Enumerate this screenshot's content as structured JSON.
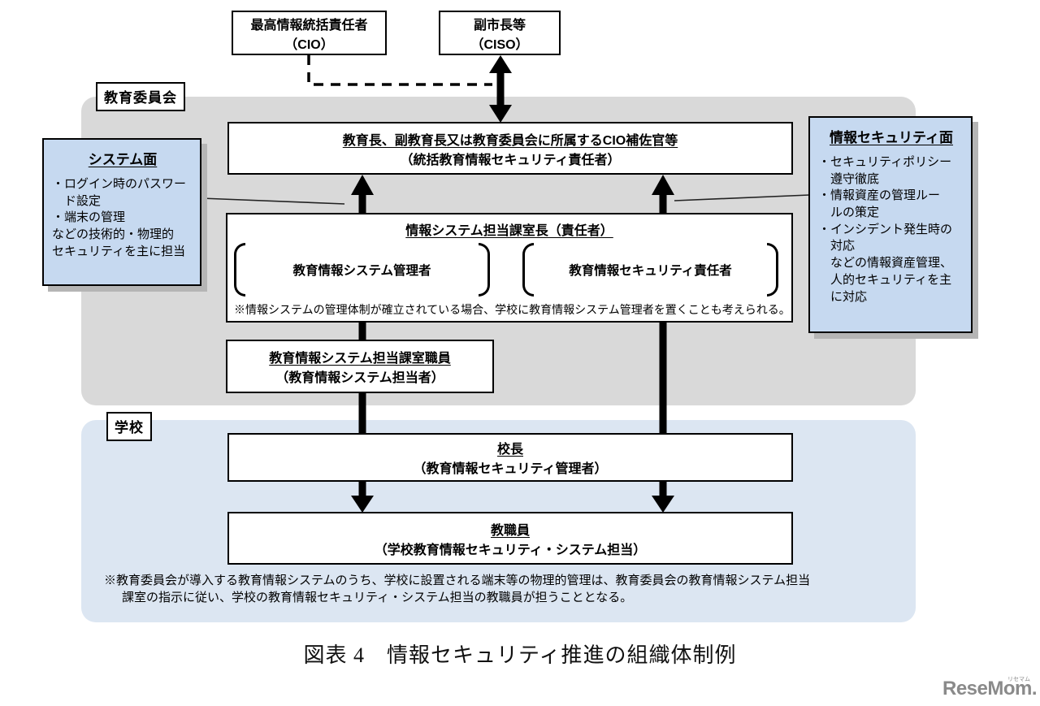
{
  "top": {
    "cio": {
      "line1": "最高情報統括責任者",
      "line2": "（CIO）"
    },
    "ciso": {
      "line1": "副市長等",
      "line2": "（CISO）"
    }
  },
  "board": {
    "label": "教育委員会",
    "chief": {
      "title": "教育長、副教育長又は教育委員会に所属するCIO補佐官等",
      "subtitle": "（統括教育情報セキュリティ責任者）"
    },
    "section_head": {
      "title": "情報システム担当課室長（責任者）",
      "role_left": "教育情報システム管理者",
      "role_right": "教育情報セキュリティ責任者",
      "note": "※情報システムの管理体制が確立されている場合、学校に教育情報システム管理者を置くことも考えられる。"
    },
    "staff": {
      "title": "教育情報システム担当課室職員",
      "subtitle": "（教育情報システム担当者）"
    }
  },
  "school": {
    "label": "学校",
    "principal": {
      "title": "校長",
      "subtitle": "（教育情報セキュリティ管理者）"
    },
    "teachers": {
      "title": "教職員",
      "subtitle": "（学校教育情報セキュリティ・システム担当）"
    },
    "note_line1": "※教育委員会が導入する教育情報システムのうち、学校に設置される端末等の物理的管理は、教育委員会の教育情報システム担当",
    "note_line2": "課室の指示に従い、学校の教育情報セキュリティ・システム担当の教職員が担うこととなる。"
  },
  "side_system": {
    "title": "システム面",
    "body": "・ログイン時のパスワー\n　ド設定\n・端末の管理\nなどの技術的・物理的\nセキュリティを主に担当"
  },
  "side_security": {
    "title": "情報セキュリティ面",
    "body": "・セキュリティポリシー\n　遵守徹底\n・情報資産の管理ルー\n　ルの策定\n・インシデント発生時の\n　対応\n　などの情報資産管理、\n　人的セキュリティを主\n　に対応"
  },
  "caption": "図表 4　情報セキュリティ推進の組織体制例",
  "logo": {
    "text": "ReseMom.",
    "ruby": "リセマム"
  },
  "colors": {
    "board_region": "#d9d9d9",
    "school_region": "#dce6f2",
    "side_box_fill": "#c6d9f0",
    "side_box_shadow": "#b5b5b5",
    "line": "#000000",
    "logo_gray": "#8a8a8a"
  }
}
